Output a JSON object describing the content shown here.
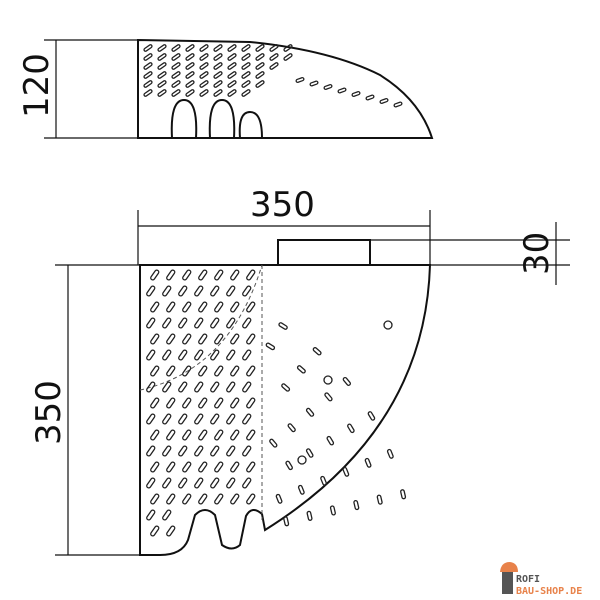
{
  "dimensions": {
    "side_height": "120",
    "top_width": "350",
    "top_depth": "350",
    "tab_height": "30"
  },
  "logo": {
    "line1": "ROFI",
    "line2": "BAU-SHOP.DE",
    "color": "#e8824a"
  }
}
